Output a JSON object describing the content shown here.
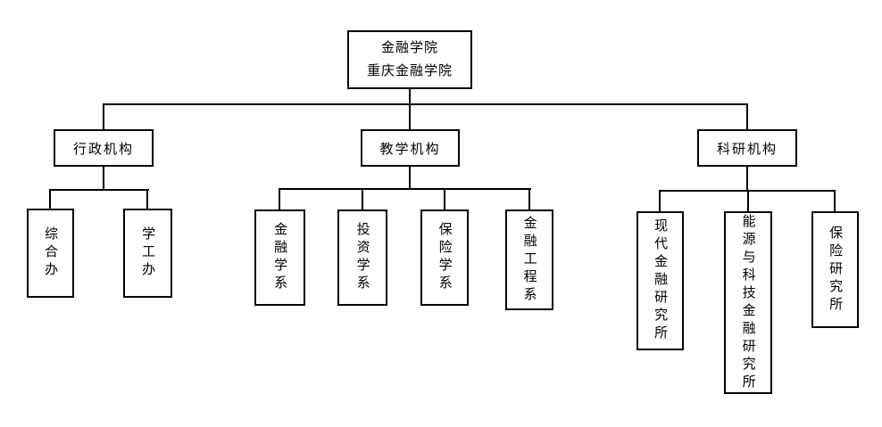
{
  "org": {
    "root": {
      "lines": [
        "金融学院",
        "重庆金融学院"
      ]
    },
    "branches": [
      {
        "id": "admin",
        "label": "行政机构"
      },
      {
        "id": "teaching",
        "label": "教学机构"
      },
      {
        "id": "research",
        "label": "科研机构"
      }
    ],
    "admin_children": [
      {
        "label": "综合办"
      },
      {
        "label": "学工办"
      }
    ],
    "teaching_children": [
      {
        "label": "金融学系"
      },
      {
        "label": "投资学系"
      },
      {
        "label": "保险学系"
      },
      {
        "label": "金融工程系"
      }
    ],
    "research_children": [
      {
        "label": "现代金融研究所"
      },
      {
        "label": "能源与科技金融研究所"
      },
      {
        "label": "保险研究所"
      }
    ]
  },
  "colors": {
    "line": "#000000",
    "text": "#000000",
    "background": "#ffffff"
  }
}
